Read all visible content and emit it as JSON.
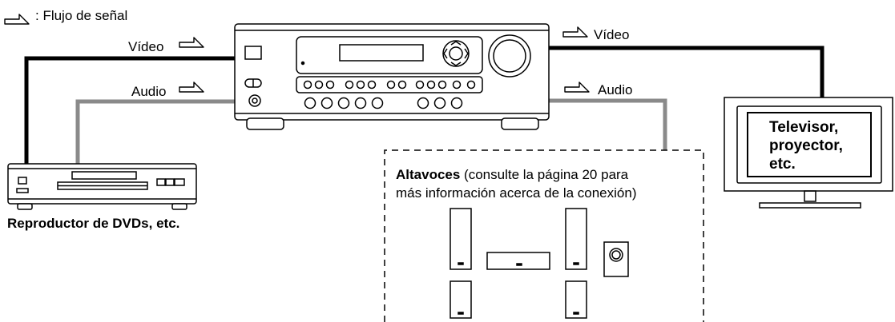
{
  "legend": {
    "text": ": Flujo de señal",
    "icon": "signal-flow-arrow-icon"
  },
  "dvd_link": {
    "video_label": "Vídeo",
    "audio_label": "Audio"
  },
  "tv_link": {
    "video_label": "Vídeo",
    "audio_label": "Audio"
  },
  "source_device": {
    "label": "Reproductor de DVDs, etc."
  },
  "display_device": {
    "line1": "Televisor,",
    "line2": "proyector,",
    "line3": "etc."
  },
  "speakers": {
    "title": "Altavoces",
    "description_line1": " (consulte la página 20 para",
    "description_line2": "más información acerca de la conexión)"
  },
  "colors": {
    "video_cable": "#000000",
    "audio_cable": "#8a8a8a",
    "line": "#000000"
  }
}
